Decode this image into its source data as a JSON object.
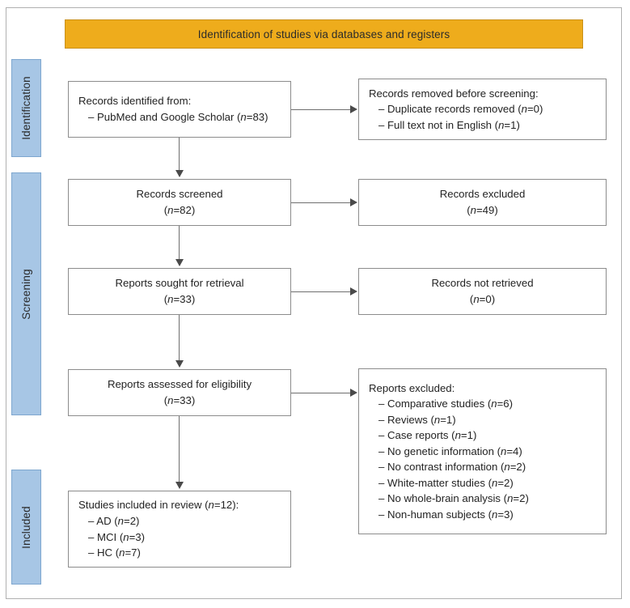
{
  "figure": {
    "type": "prisma-flow-diagram",
    "banner_title": "Identification of studies via databases and registers"
  },
  "stages": [
    {
      "key": "identification",
      "label": "Identification"
    },
    {
      "key": "screening",
      "label": "Screening"
    },
    {
      "key": "included",
      "label": "Included"
    }
  ],
  "boxes": {
    "identified": {
      "lines": [
        {
          "text": "Records identified from:",
          "indent": false
        },
        {
          "text": "- PubMed and Google Scholar (",
          "n": "n",
          "tail": "=83)",
          "indent": true
        }
      ],
      "line1": "Records identified from:",
      "line2_pre": "– PubMed and Google Scholar (",
      "line2_n": "n",
      "line2_post": "=83)"
    },
    "removed": {
      "line1": "Records removed before screening:",
      "line2_pre": "– Duplicate records removed (",
      "line2_n": "n",
      "line2_post": "=0)",
      "line3_pre": "– Full text not in English (",
      "line3_n": "n",
      "line3_post": "=1)"
    },
    "screened": {
      "title": "Records screened",
      "count_pre": "(",
      "count_n": "n",
      "count_post": "=82)"
    },
    "excluded": {
      "title": "Records excluded",
      "count_pre": "(",
      "count_n": "n",
      "count_post": "=49)"
    },
    "sought": {
      "title": "Reports sought for retrieval",
      "count_pre": "(",
      "count_n": "n",
      "count_post": "=33)"
    },
    "not_retrieved": {
      "title": "Records not retrieved",
      "count_pre": "(",
      "count_n": "n",
      "count_post": "=0)"
    },
    "assessed": {
      "title": "Reports assessed for eligibility",
      "count_pre": "(",
      "count_n": "n",
      "count_post": "=33)"
    },
    "reports_excluded": {
      "heading": "Reports excluded:",
      "items": [
        {
          "pre": "– Comparative studies (",
          "n": "n",
          "post": "=6)"
        },
        {
          "pre": "– Reviews (",
          "n": "n",
          "post": "=1)"
        },
        {
          "pre": "– Case reports (",
          "n": "n",
          "post": "=1)"
        },
        {
          "pre": "– No genetic information (",
          "n": "n",
          "post": "=4)"
        },
        {
          "pre": "– No contrast information (",
          "n": "n",
          "post": "=2)"
        },
        {
          "pre": "– White-matter studies (",
          "n": "n",
          "post": "=2)"
        },
        {
          "pre": "– No whole-brain analysis (",
          "n": "n",
          "post": "=2)"
        },
        {
          "pre": "– Non-human subjects (",
          "n": "n",
          "post": "=3)"
        }
      ]
    },
    "included": {
      "heading_pre": "Studies included in review (",
      "heading_n": "n",
      "heading_post": "=12):",
      "items": [
        {
          "pre": "– AD (",
          "n": "n",
          "post": "=2)"
        },
        {
          "pre": "– MCI (",
          "n": "n",
          "post": "=3)"
        },
        {
          "pre": "– HC (",
          "n": "n",
          "post": "=7)"
        }
      ]
    }
  },
  "colors": {
    "banner": "#eeac1c",
    "stage_bar": "#a7c6e5",
    "box_border": "#8c8c8c",
    "connector": "#6f6f6f",
    "text": "#232323"
  }
}
